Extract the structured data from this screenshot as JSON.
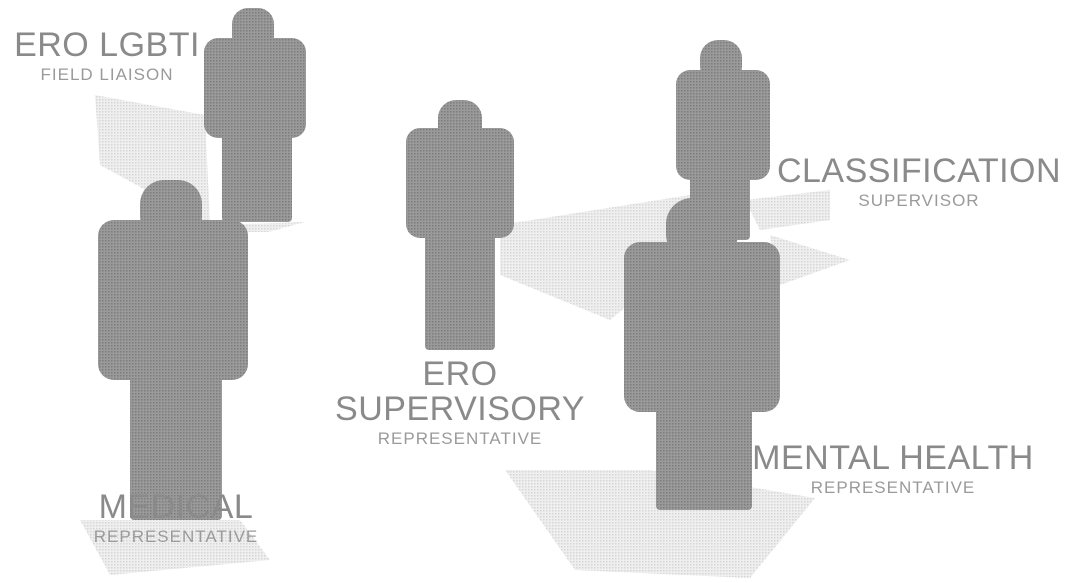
{
  "figures": [
    {
      "role": "ERO LGBTI",
      "subtitle": "FIELD LIAISON"
    },
    {
      "role": "MEDICAL",
      "subtitle": "REPRESENTATIVE"
    },
    {
      "role_line1": "ERO",
      "role_line2": "SUPERVISORY",
      "subtitle": "REPRESENTATIVE"
    },
    {
      "role": "CLASSIFICATION",
      "subtitle": "SUPERVISOR"
    },
    {
      "role": "MENTAL HEALTH",
      "subtitle": "REPRESENTATIVE"
    }
  ],
  "colors": {
    "figure": "#8c8c8c",
    "figure_shade": "#7a7a7a",
    "shadow": "#dcdcdc",
    "text_main": "#8a8a8a",
    "text_sub": "#9a9a9a"
  }
}
